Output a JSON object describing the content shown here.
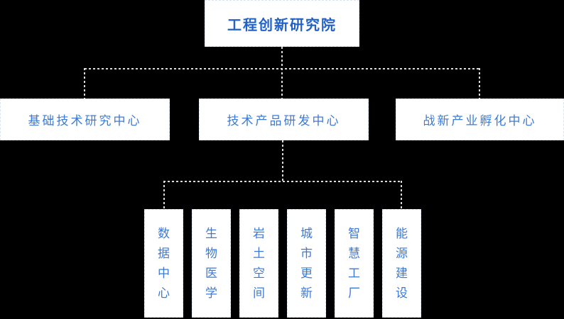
{
  "colors": {
    "background": "#000000",
    "node_background": "#ffffff",
    "node_border": "#dce3f0",
    "connector": "#d9d9d9",
    "root_text": "#2262c8",
    "node_text": "#3d7ad6"
  },
  "org_chart": {
    "root": {
      "label": "工程创新研究院"
    },
    "centers": [
      {
        "label": "基础技术研究中心"
      },
      {
        "label": "技术产品研发中心"
      },
      {
        "label": "战新产业孵化中心"
      }
    ],
    "departments": [
      {
        "label": "数据中心"
      },
      {
        "label": "生物医学"
      },
      {
        "label": "岩土空间"
      },
      {
        "label": "城市更新"
      },
      {
        "label": "智慧工厂"
      },
      {
        "label": "能源建设"
      }
    ]
  }
}
